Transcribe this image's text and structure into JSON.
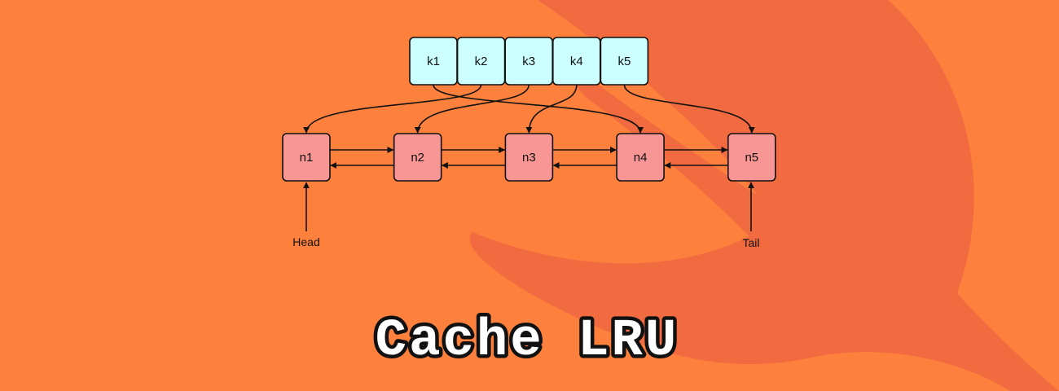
{
  "title": "Cache LRU",
  "keys": [
    "k1",
    "k2",
    "k3",
    "k4",
    "k5"
  ],
  "nodes": [
    "n1",
    "n2",
    "n3",
    "n4",
    "n5"
  ],
  "head_label": "Head",
  "tail_label": "Tail",
  "key_to_node": [
    {
      "key": "k1",
      "node": "n4"
    },
    {
      "key": "k2",
      "node": "n1"
    },
    {
      "key": "k3",
      "node": "n2"
    },
    {
      "key": "k4",
      "node": "n3"
    },
    {
      "key": "k5",
      "node": "n5"
    }
  ],
  "colors": {
    "background": "#fd803c",
    "logo_shape": "#f26a40",
    "key_fill": "#ccffff",
    "node_fill": "#f89595",
    "stroke": "#111111"
  }
}
